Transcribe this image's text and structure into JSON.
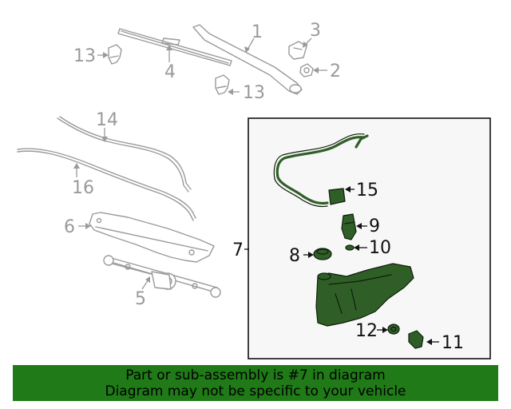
{
  "callouts": {
    "c1": "1",
    "c2": "2",
    "c3": "3",
    "c4": "4",
    "c5": "5",
    "c6": "6",
    "c7": "7",
    "c8": "8",
    "c9": "9",
    "c10": "10",
    "c11": "11",
    "c12": "12",
    "c13a": "13",
    "c13b": "13",
    "c14": "14",
    "c15": "15",
    "c16": "16"
  },
  "banner": {
    "line1": "Part or sub-assembly is #7 in diagram",
    "line2": "Diagram may not be specific to your vehicle"
  },
  "colors": {
    "highlight": "#2f5f27",
    "banner": "#1f7a17",
    "unselected_part": "#9a9a9a"
  }
}
